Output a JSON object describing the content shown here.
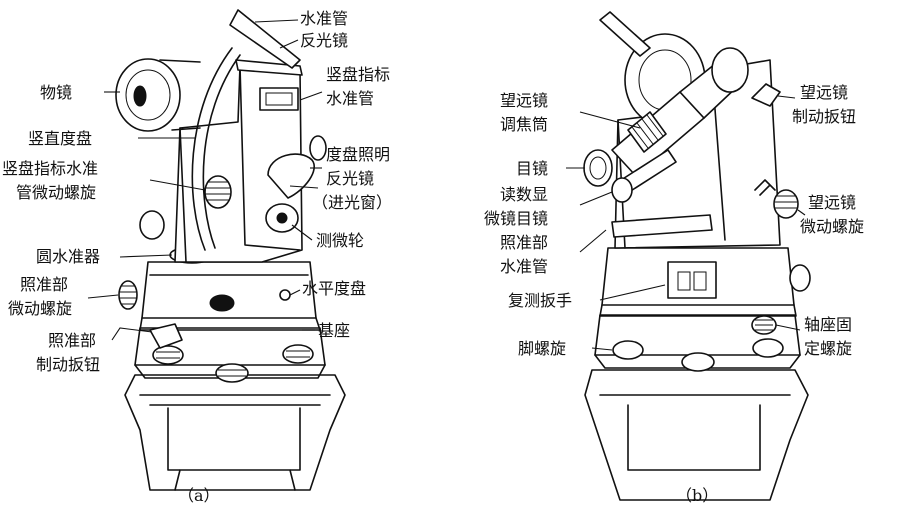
{
  "figure_a": {
    "caption": "（a）",
    "labels": {
      "water_tube": "水准管",
      "reflector": "反光镜",
      "vertical_index_tube_1": "竖盘指标",
      "vertical_index_tube_2": "水准管",
      "objective": "物镜",
      "vertical_circle": "竖直度盘",
      "index_micro_1": "竖盘指标水准",
      "index_micro_2": "管微动螺旋",
      "illum_1": "度盘照明",
      "illum_2": "反光镜",
      "illum_3": "（进光窗）",
      "micrometer": "测微轮",
      "circular_level": "圆水准器",
      "alidade_micro_1": "照准部",
      "alidade_micro_2": "微动螺旋",
      "horizontal_circle": "水平度盘",
      "alidade_clamp_1": "照准部",
      "alidade_clamp_2": "制动扳钮",
      "base": "基座"
    }
  },
  "figure_b": {
    "caption": "（b）",
    "labels": {
      "focus_1": "望远镜",
      "focus_2": "调焦筒",
      "eyepiece": "目镜",
      "reading_1": "读数显",
      "reading_2": "微镜目镜",
      "alidade_tube_1": "照准部",
      "alidade_tube_2": "水准管",
      "repeat_wrench": "复测扳手",
      "foot_screw": "脚螺旋",
      "tele_clamp_1": "望远镜",
      "tele_clamp_2": "制动扳钮",
      "tele_micro_1": "望远镜",
      "tele_micro_2": "微动螺旋",
      "axis_screw_1": "轴座固",
      "axis_screw_2": "定螺旋"
    }
  }
}
